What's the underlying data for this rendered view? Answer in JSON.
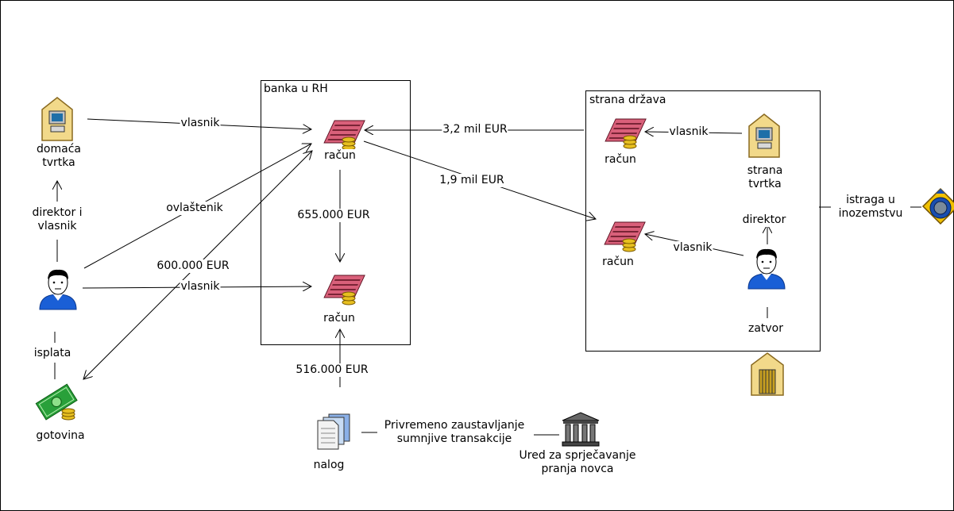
{
  "boxes": {
    "bank": "banka u RH",
    "foreign": "strana država"
  },
  "nodes": {
    "domestic_company": "domaća\ntvrtka",
    "director_owner": "direktor i\nvlasnik",
    "cash": "gotovina",
    "account_top": "račun",
    "account_bottom": "račun",
    "order": "nalog",
    "office": "Ured za sprječavanje\npranja novca",
    "foreign_account_top": "račun",
    "foreign_account_bottom": "račun",
    "foreign_company": "strana\ntvrtka",
    "director": "direktor",
    "prison": "zatvor",
    "investigation": "istraga u\ninozemstvu"
  },
  "edges": {
    "owner_top": "vlasnik",
    "authorized": "ovlaštenik",
    "owner_bottom": "vlasnik",
    "amount_600": "600.000 EUR",
    "payout": "isplata",
    "amount_655": "655.000 EUR",
    "amount_516": "516.000 EUR",
    "suspend": "Privremeno zaustavljanje\nsumnjive transakcije",
    "amount_32": "3,2 mil EUR",
    "amount_19": "1,9 mil EUR",
    "f_owner_top": "vlasnik",
    "f_owner_bottom": "vlasnik"
  },
  "colors": {
    "house": "#f2d98a",
    "screen": "#1f6fa8",
    "shirt": "#1a5fd6",
    "money": "#29a03a",
    "coins": "#e8c020",
    "card": "#d9607a",
    "badge": "#f0c000"
  }
}
